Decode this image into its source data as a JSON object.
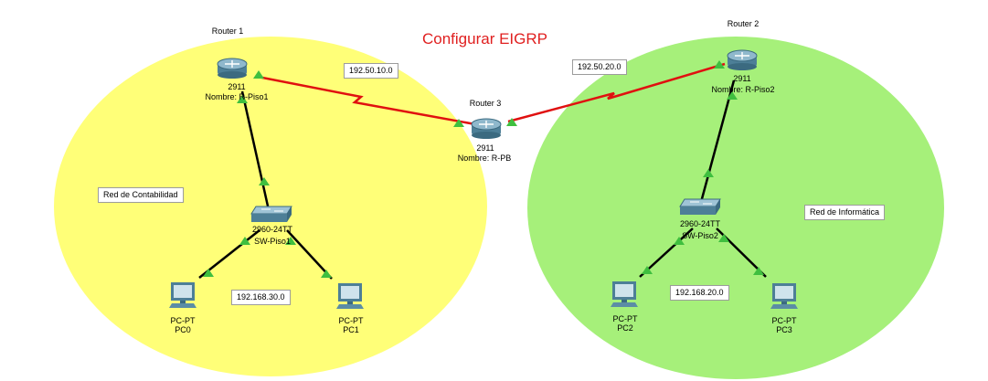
{
  "title": "Configurar EIGRP",
  "zones": {
    "left": "Red de Contabilidad",
    "right": "Red de Informática"
  },
  "networks": {
    "r1_r3": "192.50.10.0",
    "r3_r2": "192.50.20.0",
    "lan_left": "192.168.30.0",
    "lan_right": "192.168.20.0"
  },
  "devices": {
    "router1": {
      "caption": "Router 1",
      "model": "2911",
      "name": "Nombre: R-Piso1"
    },
    "router2": {
      "caption": "Router 2",
      "model": "2911",
      "name": "Nombre: R-Piso2"
    },
    "router3": {
      "caption": "Router 3",
      "model": "2911",
      "name": "Nombre: R-PB"
    },
    "switch1": {
      "model": "2960-24TT",
      "name": "SW-Piso1"
    },
    "switch2": {
      "model": "2960-24TT",
      "name": "SW-Piso2"
    },
    "pc0": {
      "model": "PC-PT",
      "name": "PC0"
    },
    "pc1": {
      "model": "PC-PT",
      "name": "PC1"
    },
    "pc2": {
      "model": "PC-PT",
      "name": "PC2"
    },
    "pc3": {
      "model": "PC-PT",
      "name": "PC3"
    }
  },
  "colors": {
    "zone_left": "#ffff78",
    "zone_right": "#a6f07a",
    "serial_link": "#e01010",
    "ethernet_link": "#000000",
    "port_up": "#3fbf3f",
    "title": "#e02020"
  },
  "icons": {
    "router": "router-icon",
    "switch": "switch-icon",
    "pc": "pc-icon"
  }
}
